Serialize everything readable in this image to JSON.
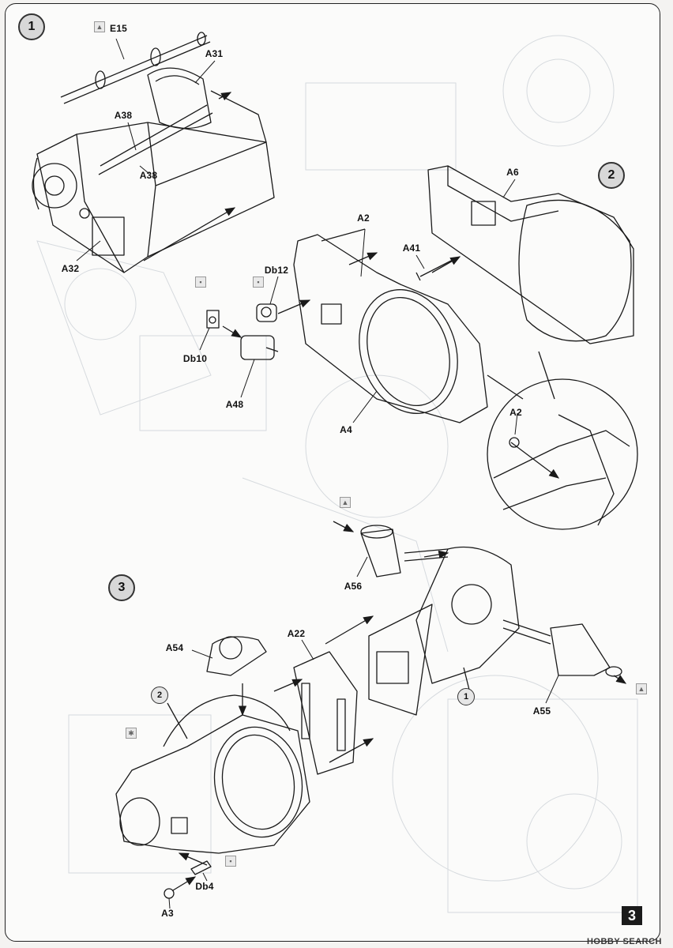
{
  "page": {
    "number": "3",
    "watermark": "HOBBY SEARCH"
  },
  "steps": {
    "s1": "1",
    "s2": "2",
    "s3": "3"
  },
  "references": {
    "r2": "2",
    "r1": "1"
  },
  "labels": {
    "E15": "E15",
    "A31": "A31",
    "A38a": "A38",
    "A38b": "A38",
    "A32": "A32",
    "A6": "A6",
    "A2": "A2",
    "A41": "A41",
    "Db12": "Db12",
    "Db10": "Db10",
    "A48": "A48",
    "A4": "A4",
    "A2detail": "A2",
    "A56": "A56",
    "A22": "A22",
    "A54": "A54",
    "A55": "A55",
    "Db4": "Db4",
    "A3": "A3"
  },
  "icons": {
    "glue": "glue-icon",
    "paint": "paint-icon",
    "cement": "cement-icon"
  },
  "colors": {
    "ink": "#1a1a1a",
    "ghost": "#cfd3d6",
    "paper": "#fbfbfa"
  }
}
